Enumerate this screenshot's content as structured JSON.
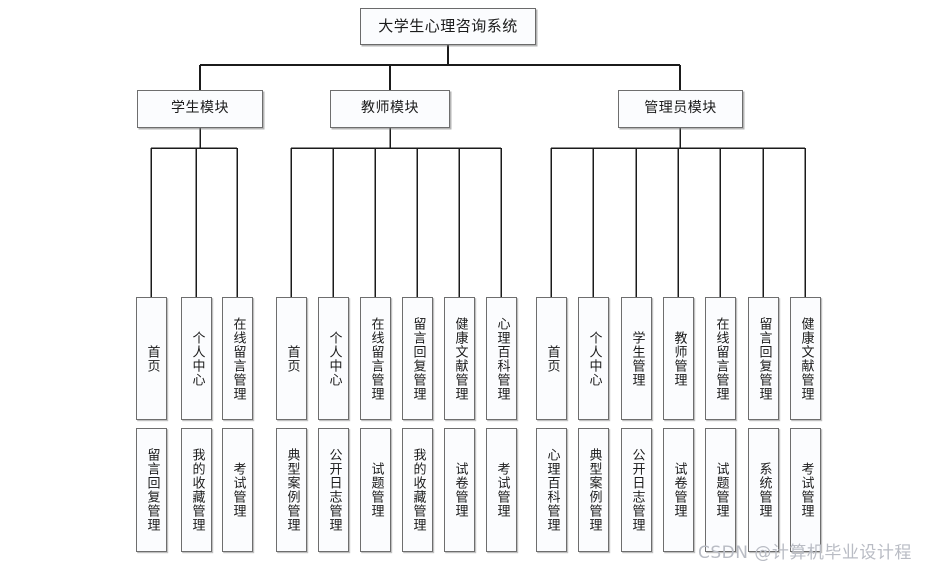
{
  "diagram": {
    "type": "tree",
    "title": "大学生心理咨询系统",
    "watermark": "CSDN @计算机毕业设计程",
    "root": {
      "label": "大学生心理咨询系统"
    },
    "modules": [
      {
        "id": "student",
        "label": "学生模块"
      },
      {
        "id": "teacher",
        "label": "教师模块"
      },
      {
        "id": "admin",
        "label": "管理员模块"
      }
    ],
    "student_leaves_row1": [
      {
        "label": "首页"
      },
      {
        "label": "个人中心"
      },
      {
        "label": "在线留言管理"
      }
    ],
    "student_leaves_row2": [
      {
        "label": "留言回复管理"
      },
      {
        "label": "我的收藏管理"
      },
      {
        "label": "考试管理"
      }
    ],
    "teacher_leaves_row1": [
      {
        "label": "首页"
      },
      {
        "label": "个人中心"
      },
      {
        "label": "在线留言管理"
      },
      {
        "label": "留言回复管理"
      },
      {
        "label": "健康文献管理"
      },
      {
        "label": "心理百科管理"
      }
    ],
    "teacher_leaves_row2": [
      {
        "label": "典型案例管理"
      },
      {
        "label": "公开日志管理"
      },
      {
        "label": "试题管理"
      },
      {
        "label": "我的收藏管理"
      },
      {
        "label": "试卷管理"
      },
      {
        "label": "考试管理"
      }
    ],
    "admin_leaves_row1": [
      {
        "label": "首页"
      },
      {
        "label": "个人中心"
      },
      {
        "label": "学生管理"
      },
      {
        "label": "教师管理"
      },
      {
        "label": "在线留言管理"
      },
      {
        "label": "留言回复管理"
      },
      {
        "label": "健康文献管理"
      }
    ],
    "admin_leaves_row2": [
      {
        "label": "心理百科管理"
      },
      {
        "label": "典型案例管理"
      },
      {
        "label": "公开日志管理"
      },
      {
        "label": "试卷管理"
      },
      {
        "label": "试题管理"
      },
      {
        "label": "系统管理"
      },
      {
        "label": "考试管理"
      }
    ],
    "colors": {
      "background": "#ffffff",
      "box_fill": "#fbfcfe",
      "box_border": "#6e6e6e",
      "connector": "#1b1b1b",
      "text": "#1b1b1b",
      "watermark": "#b9bcc4"
    }
  }
}
